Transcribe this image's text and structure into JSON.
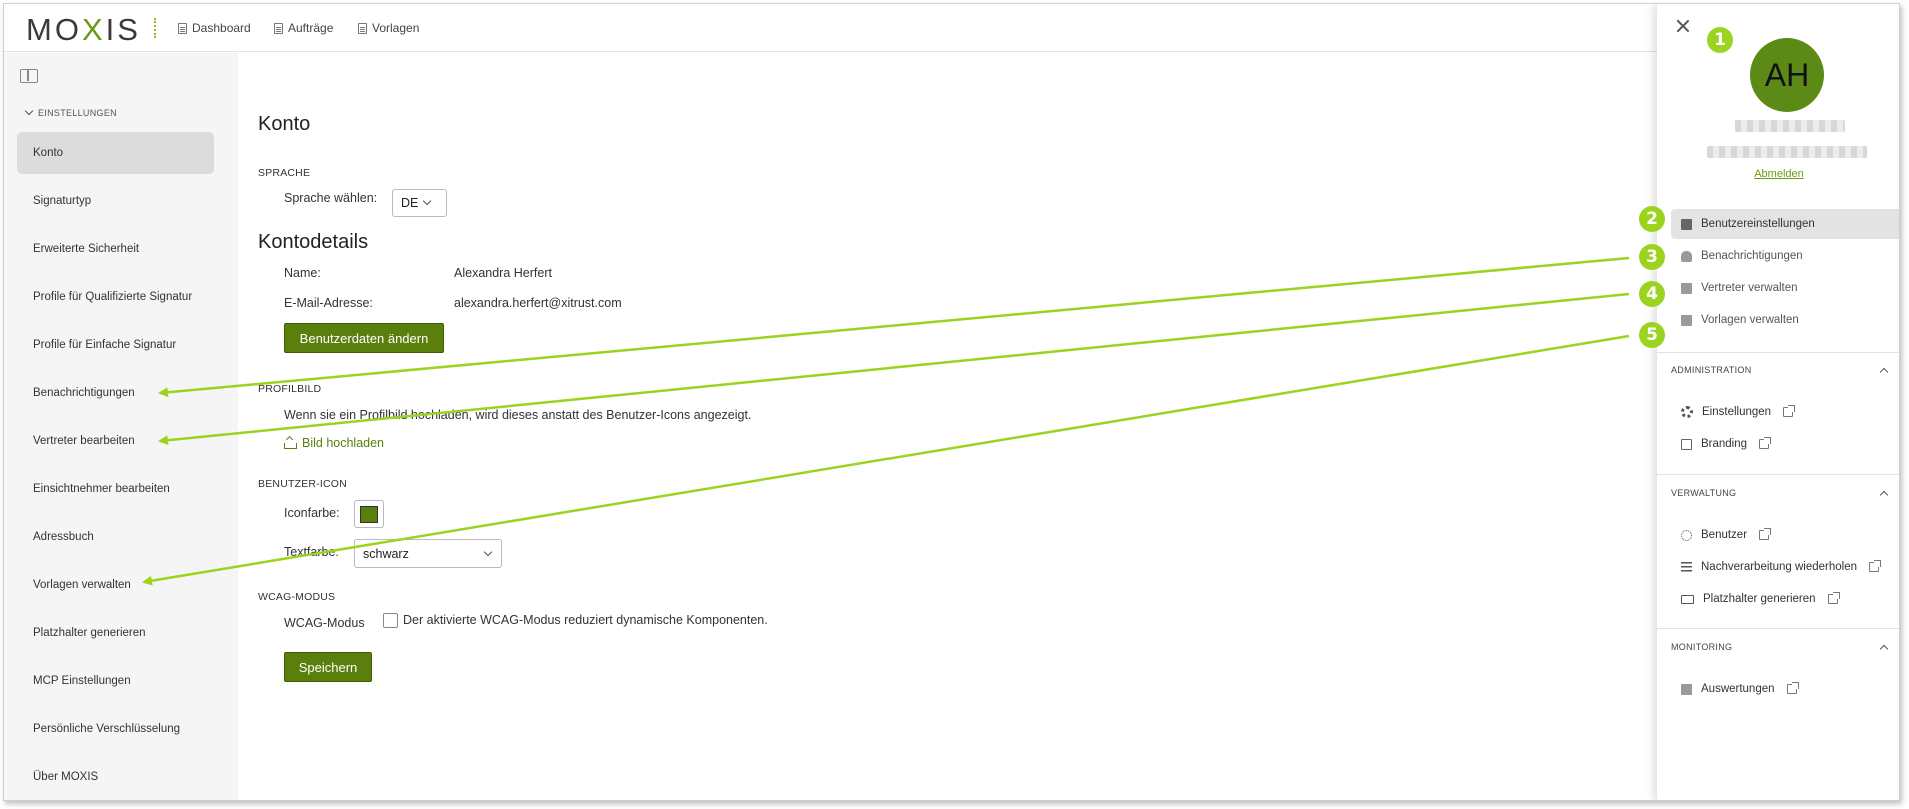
{
  "app": {
    "logo": "MOXIS",
    "nav": [
      {
        "label": "Dashboard"
      },
      {
        "label": "Aufträge"
      },
      {
        "label": "Vorlagen"
      }
    ]
  },
  "sidebar": {
    "section": "EINSTELLUNGEN",
    "items": [
      {
        "label": "Konto",
        "active": true
      },
      {
        "label": "Signaturtyp"
      },
      {
        "label": "Erweiterte Sicherheit"
      },
      {
        "label": "Profile für Qualifizierte Signatur"
      },
      {
        "label": "Profile für Einfache Signatur"
      },
      {
        "label": "Benachrichtigungen"
      },
      {
        "label": "Vertreter bearbeiten"
      },
      {
        "label": "Einsichtnehmer bearbeiten"
      },
      {
        "label": "Adressbuch"
      },
      {
        "label": "Vorlagen verwalten"
      },
      {
        "label": "Platzhalter generieren"
      },
      {
        "label": "MCP Einstellungen"
      },
      {
        "label": "Persönliche Verschlüsselung"
      },
      {
        "label": "Über MOXIS"
      }
    ]
  },
  "main": {
    "title": "Konto",
    "language": {
      "section": "SPRACHE",
      "label": "Sprache wählen:",
      "value": "DE"
    },
    "details": {
      "title": "Kontodetails",
      "name_label": "Name:",
      "name_value": "Alexandra Herfert",
      "email_label": "E-Mail-Adresse:",
      "email_value": "alexandra.herfert@xitrust.com",
      "button": "Benutzerdaten ändern"
    },
    "profile_picture": {
      "section": "PROFILBILD",
      "description": "Wenn sie ein Profilbild hochladen, wird dieses anstatt des Benutzer-Icons angezeigt.",
      "upload_label": "Bild hochladen"
    },
    "user_icon": {
      "section": "BENUTZER-ICON",
      "icon_color_label": "Iconfarbe:",
      "icon_color": "#5a7f0d",
      "text_color_label": "Textfarbe:",
      "text_color_value": "schwarz"
    },
    "wcag": {
      "section": "WCAG-MODUS",
      "label": "WCAG-Modus",
      "description": "Der aktivierte WCAG-Modus reduziert dynamische Komponenten.",
      "checked": false
    },
    "save_button": "Speichern"
  },
  "panel": {
    "avatar_initials": "AH",
    "logout": "Abmelden",
    "user_items": [
      {
        "label": "Benutzereinstellungen",
        "icon": "user-settings-icon",
        "active": true
      },
      {
        "label": "Benachrichtigungen",
        "icon": "bell-icon"
      },
      {
        "label": "Vertreter verwalten",
        "icon": "document-icon"
      },
      {
        "label": "Vorlagen verwalten",
        "icon": "document-icon"
      }
    ],
    "sections": [
      {
        "title": "ADMINISTRATION",
        "items": [
          {
            "label": "Einstellungen",
            "icon": "gear-icon"
          },
          {
            "label": "Branding",
            "icon": "image-icon"
          }
        ]
      },
      {
        "title": "VERWALTUNG",
        "items": [
          {
            "label": "Benutzer",
            "icon": "users-icon"
          },
          {
            "label": "Nachverarbeitung wiederholen",
            "icon": "list-icon"
          },
          {
            "label": "Platzhalter generieren",
            "icon": "card-icon"
          }
        ]
      },
      {
        "title": "MONITORING",
        "items": [
          {
            "label": "Auswertungen",
            "icon": "report-icon"
          }
        ]
      }
    ]
  },
  "annotations": {
    "badges": [
      "1",
      "2",
      "3",
      "4",
      "5"
    ],
    "accent_color": "#9bd31f"
  }
}
